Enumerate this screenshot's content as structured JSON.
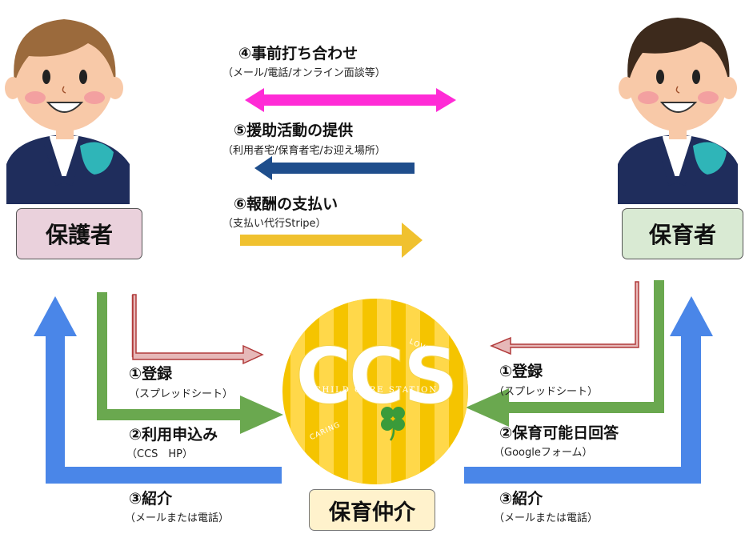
{
  "roles": {
    "guardian": "保護者",
    "caregiver": "保育者",
    "broker": "保育仲介"
  },
  "logo": {
    "main": "CCS",
    "name": "CHILD CARE STATION",
    "top_word": "LOVING",
    "bottom_word": "CARING"
  },
  "steps": {
    "s4": {
      "title": "④事前打ち合わせ",
      "sub": "（メール/電話/オンライン面談等）"
    },
    "s5": {
      "title": "⑤援助活動の提供",
      "sub": "（利用者宅/保育者宅/お迎え場所）"
    },
    "s6": {
      "title": "⑥報酬の支払い",
      "sub": "（支払い代行Stripe）"
    },
    "left_1": {
      "title": "①登録",
      "sub": "（スプレッドシート）"
    },
    "left_2": {
      "title": "②利用申込み",
      "sub": "（CCS　HP）"
    },
    "left_3": {
      "title": "③紹介",
      "sub": "（メールまたは電話）"
    },
    "right_1": {
      "title": "①登録",
      "sub": "（スプレッドシート）"
    },
    "right_2": {
      "title": "②保育可能日回答",
      "sub": "（Googleフォーム）"
    },
    "right_3": {
      "title": "③紹介",
      "sub": "（メールまたは電話）"
    }
  },
  "colors": {
    "magenta": "#ff2bd6",
    "navy": "#1f4e8c",
    "gold": "#f0c12f",
    "green": "#6aa84f",
    "blue": "#4a86e8",
    "red": "#b13a3a",
    "guardian_box": "#ead1dc",
    "caregiver_box": "#d9ead3",
    "broker_box": "#fff2cc"
  },
  "icons": [
    "guardian-person-icon",
    "caregiver-person-icon",
    "clover-icon"
  ]
}
